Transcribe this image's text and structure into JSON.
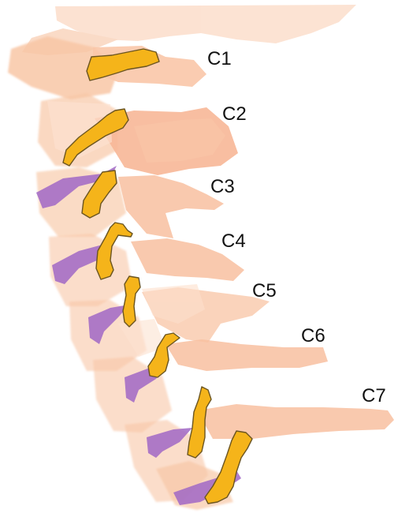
{
  "diagram": {
    "colors": {
      "bone": "#f8c7a6",
      "bone_light": "#fde0cd",
      "bone_edge": "#f3b08e",
      "facet_joint": "#f5b41a",
      "facet_outline": "#6b5521",
      "disc": "#a067c6"
    },
    "labels": [
      "C1",
      "C2",
      "C3",
      "C4",
      "C5",
      "C6",
      "C7"
    ]
  }
}
